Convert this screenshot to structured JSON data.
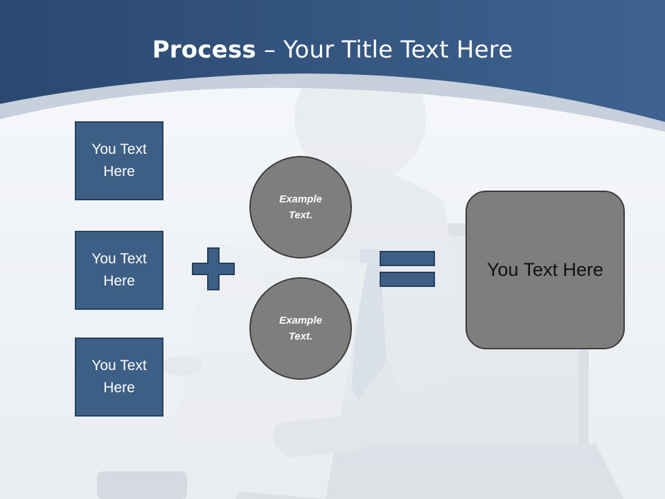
{
  "title": {
    "bold": "Process",
    "rest": " – Your Title Text Here"
  },
  "boxes": [
    {
      "label": "You Text\nHere"
    },
    {
      "label": "You Text\nHere"
    },
    {
      "label": "You Text\nHere"
    }
  ],
  "circles": [
    {
      "label": "Example\nText."
    },
    {
      "label": "Example\nText."
    }
  ],
  "result": {
    "label": "You Text Here"
  },
  "colors": {
    "header": "#2d4b72",
    "box_fill": "#3d5f86",
    "circle_fill": "#7e7e7e",
    "background": "#f3f5f8"
  }
}
